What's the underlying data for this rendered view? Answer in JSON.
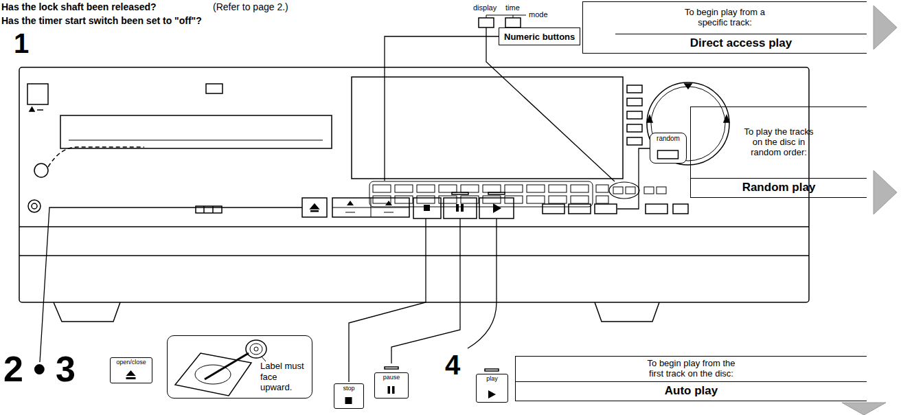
{
  "diagram": {
    "nodes": [
      {
        "text": [
          "Numeric buttons"
        ]
      },
      {
        "text": [
          "To begin play from a specific track:",
          "Direct access play"
        ]
      },
      {
        "text": [
          "To play the tracks on the disc in random order:",
          "Random play"
        ]
      },
      {
        "text": [
          "random"
        ]
      },
      {
        "text": [
          "open/close"
        ]
      },
      {
        "text": [
          "Label must face upward."
        ]
      },
      {
        "text": [
          "pause"
        ]
      },
      {
        "text": [
          "stop"
        ]
      },
      {
        "text": [
          "play"
        ]
      },
      {
        "text": [
          "To begin play from the first track on the disc:",
          "Auto play"
        ]
      }
    ],
    "labels": [
      "Has the lock shaft been released?",
      "(Refer to page 2.)",
      "Has the timer start switch been set to \"off\"?",
      "1",
      "display",
      "time",
      "mode",
      "2 • 3",
      "4"
    ]
  }
}
